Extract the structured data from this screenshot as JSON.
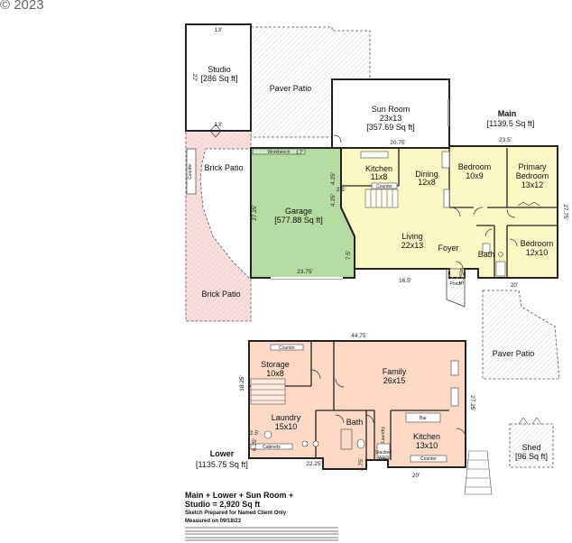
{
  "copyright": "© 2023",
  "levels": {
    "main": {
      "name": "Main",
      "area": "[1139.5 Sq ft]"
    },
    "lower": {
      "name": "Lower",
      "area": "[1135.75 Sq ft]"
    }
  },
  "rooms": {
    "studio": {
      "name": "Studio",
      "area": "[286 Sq ft]"
    },
    "paver_patio_top": {
      "name": "Paver Patio"
    },
    "sun_room": {
      "name": "Sun Room",
      "size": "23x13",
      "area": "[357.69 Sq ft]"
    },
    "brick_patio_top": {
      "name": "Brick Patio"
    },
    "brick_patio_bottom": {
      "name": "Brick Patio"
    },
    "garage": {
      "name": "Garage",
      "area": "[577.88 Sq ft]"
    },
    "kitchen_main": {
      "name": "Kitchen",
      "size": "11x8"
    },
    "dining": {
      "name": "Dining",
      "size": "12x8"
    },
    "bedroom1": {
      "name": "Bedroom",
      "size": "10x9"
    },
    "primary_bedroom": {
      "name": "Primary",
      "name2": "Bedroom",
      "size": "13x12"
    },
    "living": {
      "name": "Living",
      "size": "22x13"
    },
    "foyer": {
      "name": "Foyer"
    },
    "bath_main": {
      "name": "Bath"
    },
    "bedroom2": {
      "name": "Bedroom",
      "size": "12x10"
    },
    "porch": {
      "name": "Porch"
    },
    "paver_patio_right": {
      "name": "Paver Patio"
    },
    "storage": {
      "name": "Storage",
      "size": "10x8"
    },
    "family": {
      "name": "Family",
      "size": "26x15"
    },
    "laundry_lower": {
      "name": "Laundry",
      "size": "15x10"
    },
    "bath_lower": {
      "name": "Bath"
    },
    "laundry_small": {
      "name": "Laundry"
    },
    "kitchen_lower": {
      "name": "Kitchen",
      "size": "13x10"
    },
    "shed": {
      "name": "Shed",
      "area": "[96 Sq ft]"
    }
  },
  "fixtures": {
    "workbench": "Workbench",
    "counter": "Counter",
    "bar": "Bar",
    "stacked_wd": "Stacked",
    "wd": "W&D",
    "cabinets": "Cabinets"
  },
  "dimensions": {
    "studio_top": "13'",
    "studio_side": "22'",
    "studio_bottom": "13'",
    "sun_room_bottom": "20.75'",
    "main_right_top": "23.5'",
    "main_right_side": "27.75'",
    "garage_top": "17'",
    "garage_left": "27.25'",
    "garage_bottom": "23.75'",
    "garage_right": "7.5'",
    "kitchen_left1": "4.25'",
    "kitchen_left2": "2.5'",
    "kitchen_left3": "4.25'",
    "living_bottom": "16.5'",
    "porch_w": "5'",
    "porch_h": "5.75'",
    "main_bottom_right": "20'",
    "lower_top": "44.75'",
    "lower_left": "18.25'",
    "lower_left2": "2.5'",
    "lower_left3": "6.25'",
    "lower_bottom": "22.25'",
    "lower_notch": "2.75'",
    "lower_bottom_right": "20'",
    "lower_right": "27.25'"
  },
  "summary": {
    "line1": "Main + Lower + Sun Room +",
    "line2": "Studio = 2,920 Sq ft",
    "line3": "Sketch Prepared for Named Client Only",
    "line4": "Measured on 09/18/23"
  },
  "colors": {
    "garage": "#b5dba0",
    "brick_patio": "#f8dede",
    "main_fill": "#fcf8c4",
    "lower_fill": "#fbd9c6",
    "patio_hatch": "#dedede"
  }
}
